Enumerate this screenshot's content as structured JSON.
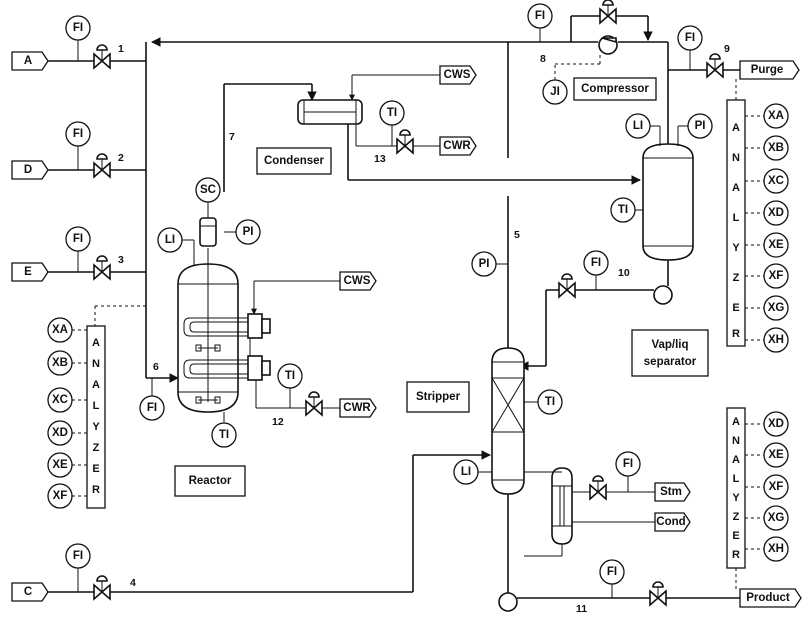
{
  "streams": {
    "feed_a": "A",
    "feed_d": "D",
    "feed_e": "E",
    "feed_c": "C",
    "purge": "Purge",
    "product": "Product",
    "cws_condenser": "CWS",
    "cwr_condenser": "CWR",
    "cws_reactor": "CWS",
    "cwr_reactor": "CWR",
    "steam": "Stm",
    "cond": "Cond"
  },
  "stream_numbers": [
    "1",
    "2",
    "3",
    "4",
    "5",
    "6",
    "7",
    "8",
    "9",
    "10",
    "11",
    "12",
    "13"
  ],
  "units": {
    "condenser": "Condenser",
    "compressor": "Compressor",
    "reactor": "Reactor",
    "stripper": "Stripper",
    "separator_line1": "Vap/liq",
    "separator_line2": "separator"
  },
  "instruments": {
    "fi": "FI",
    "ti": "TI",
    "li": "LI",
    "pi": "PI",
    "sc": "SC",
    "ji": "JI"
  },
  "analyzers": {
    "title_letters": [
      "A",
      "N",
      "A",
      "L",
      "Y",
      "Z",
      "E",
      "R"
    ],
    "reactor_feed": [
      "XA",
      "XB",
      "XC",
      "XD",
      "XE",
      "XF"
    ],
    "purge": [
      "XA",
      "XB",
      "XC",
      "XD",
      "XE",
      "XF",
      "XG",
      "XH"
    ],
    "product": [
      "XD",
      "XE",
      "XF",
      "XG",
      "XH"
    ]
  }
}
